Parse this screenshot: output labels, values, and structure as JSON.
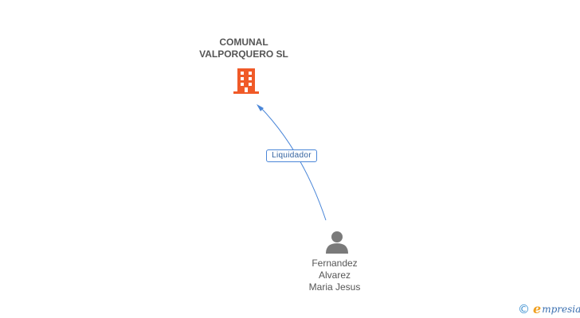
{
  "company": {
    "name_line1": "COMUNAL",
    "name_line2": "VALPORQUERO SL",
    "icon": "building-icon",
    "icon_color": "#f05a28"
  },
  "relation": {
    "label": "Liquidador",
    "edge_color": "#4a86d8"
  },
  "person": {
    "name_line1": "Fernandez",
    "name_line2": "Alvarez",
    "name_line3": "Maria Jesus",
    "icon": "person-icon",
    "icon_color": "#7a7a7a"
  },
  "brand": {
    "copyright_symbol": "©",
    "logo_initial": "e",
    "logo_rest": "mpresia"
  }
}
